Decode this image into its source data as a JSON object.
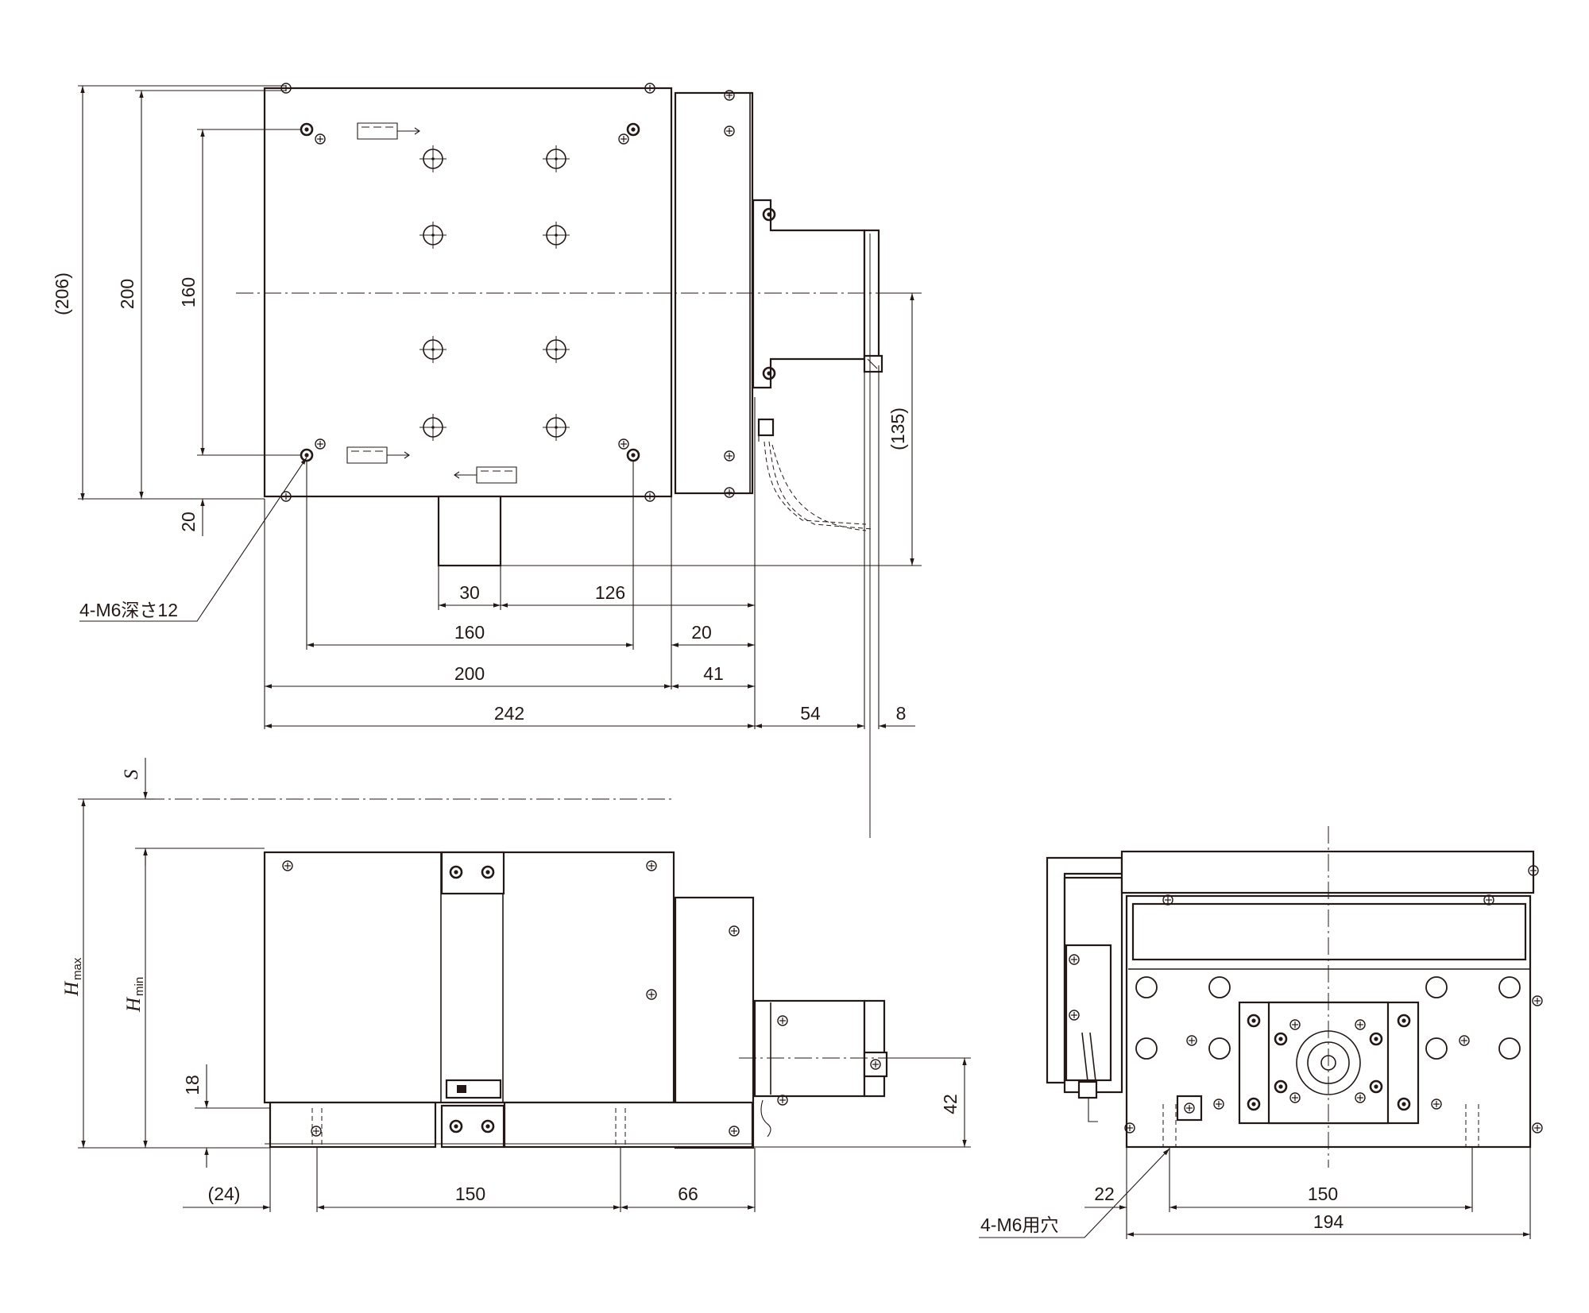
{
  "drawing": {
    "top_view": {
      "dim_206": "(206)",
      "dim_200_vertical": "200",
      "dim_160_vertical": "160",
      "dim_20_vertical": "20",
      "dim_135": "(135)",
      "dim_30": "30",
      "dim_126": "126",
      "dim_160": "160",
      "dim_20": "20",
      "dim_200": "200",
      "dim_41": "41",
      "dim_242": "242",
      "dim_54": "54",
      "dim_8": "8",
      "callout_tapped_holes": "4-M6深さ12"
    },
    "front_view": {
      "label_s": "S",
      "label_hmax_h": "H",
      "label_hmax_sub": "max",
      "label_hmin_h": "H",
      "label_hmin_sub": "min",
      "dim_18": "18",
      "dim_24": "(24)",
      "dim_150": "150",
      "dim_66": "66",
      "dim_42": "42"
    },
    "side_view": {
      "dim_22": "22",
      "dim_150": "150",
      "dim_194": "194",
      "callout_mount_holes": "4-M6用穴"
    }
  }
}
